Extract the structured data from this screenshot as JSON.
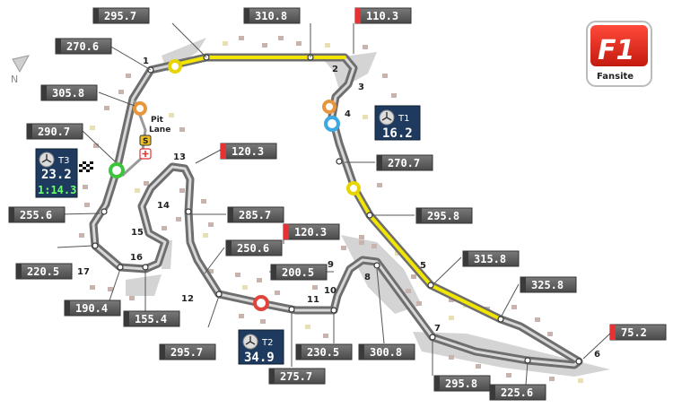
{
  "logo": {
    "mark": "F1",
    "subtitle": "Fansite"
  },
  "compass": {
    "label": "N"
  },
  "pit_lane": {
    "line1": "Pit",
    "line2": "Lane",
    "s_badge": "S"
  },
  "turns": {
    "t1": "1",
    "t2": "2",
    "t3": "3",
    "t4": "4",
    "t5": "5",
    "t6": "6",
    "t7": "7",
    "t8": "8",
    "t9": "9",
    "t10": "10",
    "t11": "11",
    "t12": "12",
    "t13": "13",
    "t14": "14",
    "t15": "15",
    "t16": "16",
    "t17": "17"
  },
  "speeds": {
    "s_295_top": "295.7",
    "s_310": "310.8",
    "s_110": "110.3",
    "s_270_top": "270.6",
    "s_305": "305.8",
    "s_290": "290.7",
    "s_120_mid": "120.3",
    "s_270_right": "270.7",
    "s_255": "255.6",
    "s_285": "285.7",
    "s_295_right": "295.8",
    "s_220": "220.5",
    "s_250": "250.6",
    "s_120_low": "120.3",
    "s_315": "315.8",
    "s_190": "190.4",
    "s_200": "200.5",
    "s_325": "325.8",
    "s_155": "155.4",
    "s_230": "230.5",
    "s_300": "300.8",
    "s_75": "75.2",
    "s_295_bottom": "295.7",
    "s_275": "275.7",
    "s_295_br": "295.8",
    "s_225": "225.6"
  },
  "sectors": {
    "t1": {
      "label": "T1",
      "value": "16.2"
    },
    "t2": {
      "label": "T2",
      "value": "34.9"
    },
    "t3": {
      "label": "T3",
      "value": "23.2",
      "lap": "1:14.3"
    }
  },
  "colors": {
    "track": "#6e6e6e",
    "track_inner": "#d9d9d9",
    "drs": "#f2e600",
    "runoff": "#c8c8c8",
    "label_bg": "#5a5a5a",
    "sector_bg": "#1f3a5f",
    "sector1_ring": "#3da9e0",
    "sector2_ring": "#e0443a",
    "sector3_ring": "#3cc43c",
    "speed_trap_ring": "#e8963c",
    "red_tag": "#e63232",
    "lap_time": "#6bff6b"
  }
}
